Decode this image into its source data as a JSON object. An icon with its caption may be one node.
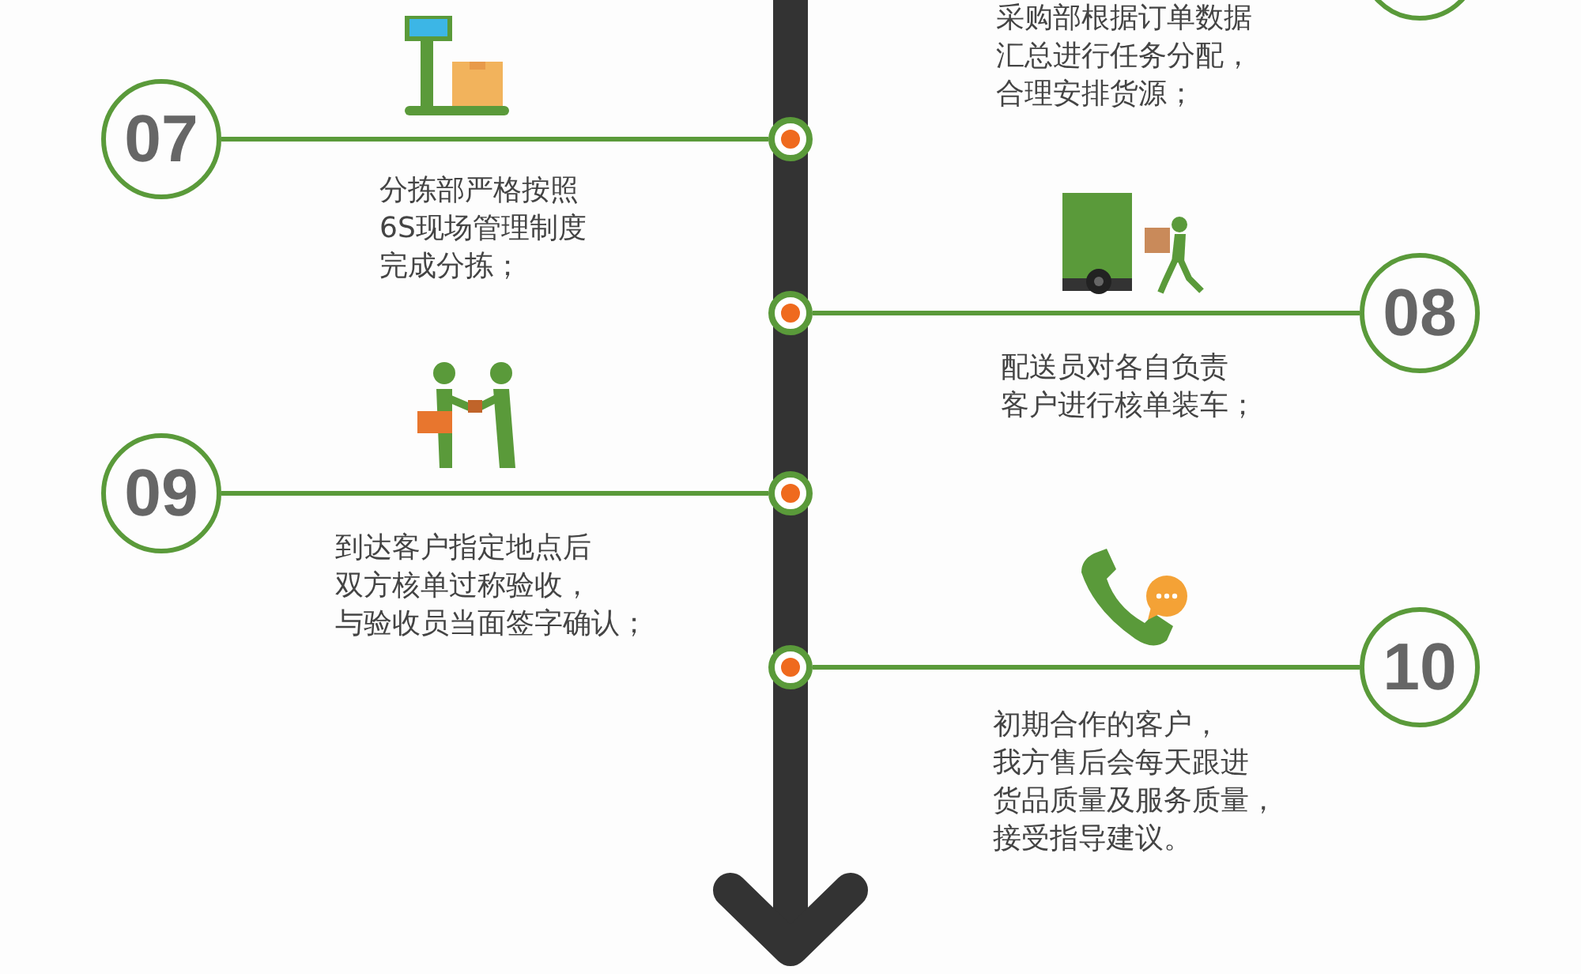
{
  "diagram": {
    "nodes": [
      {
        "text": [],
        "shape": "circle"
      },
      {
        "text": [
          "07"
        ]
      },
      {
        "text": [],
        "shape": "circle"
      },
      {
        "text": [],
        "shape": "circle"
      },
      {
        "text": [
          "08"
        ]
      },
      {
        "text": [
          "09"
        ]
      },
      {
        "text": [],
        "shape": "circle"
      },
      {
        "text": [],
        "shape": "circle"
      },
      {
        "text": [
          "10"
        ]
      }
    ],
    "edges": [
      {
        "from": 1,
        "to": 2,
        "arrow": "none"
      },
      {
        "from": 3,
        "to": 4,
        "arrow": "none"
      },
      {
        "from": 5,
        "to": 6,
        "arrow": "none"
      },
      {
        "from": 7,
        "to": 8,
        "arrow": "none"
      }
    ],
    "labels": [
      "采购部根据订单数据汇总进行任务分配，合理安排货源；",
      "分拣部严格按照6S现场管理制度完成分拣；",
      "配送员对各自负责客户进行核单装车；",
      "到达客户指定地点后双方核单过称验收，与验收员当面签字确认；",
      "初期合作的客户，我方售后会每天跟进货品质量及服务质量，接受指导建议。"
    ]
  }
}
